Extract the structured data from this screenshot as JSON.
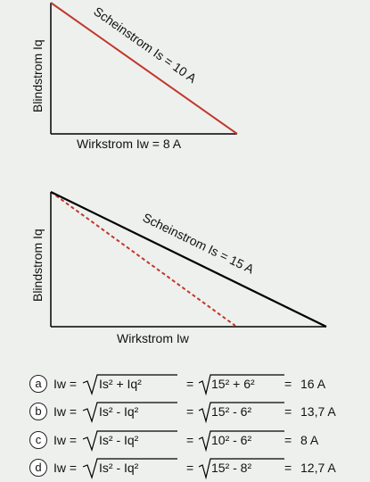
{
  "diagram1": {
    "ylabel": "Blindstrom Iq",
    "xlabel": "Wirkstrom Iw = 8 A",
    "hyp_label": "Scheinstrom Is = 10 A",
    "hyp_color": "#c0392b",
    "axis_color": "#000000"
  },
  "diagram2": {
    "ylabel": "Blindstrom Iq",
    "xlabel": "Wirkstrom Iw",
    "hyp_label": "Scheinstrom Is = 15 A",
    "hyp_color": "#000000",
    "dashed_color": "#c0392b"
  },
  "options": [
    {
      "letter": "a",
      "lhs": "Iw =",
      "formula": "Is² + Iq²",
      "eq": "=",
      "numbers": "15² + 6²",
      "eq2": "=",
      "result": "16 A"
    },
    {
      "letter": "b",
      "lhs": "Iw =",
      "formula": "Is² - Iq²",
      "eq": "=",
      "numbers": "15² - 6²",
      "eq2": "=",
      "result": "13,7 A"
    },
    {
      "letter": "c",
      "lhs": "Iw =",
      "formula": "Is² - Iq²",
      "eq": "=",
      "numbers": "10² - 6²",
      "eq2": "=",
      "result": "8 A"
    },
    {
      "letter": "d",
      "lhs": "Iw =",
      "formula": "Is² - Iq²",
      "eq": "=",
      "numbers": "15² - 8²",
      "eq2": "=",
      "result": "12,7 A"
    }
  ]
}
